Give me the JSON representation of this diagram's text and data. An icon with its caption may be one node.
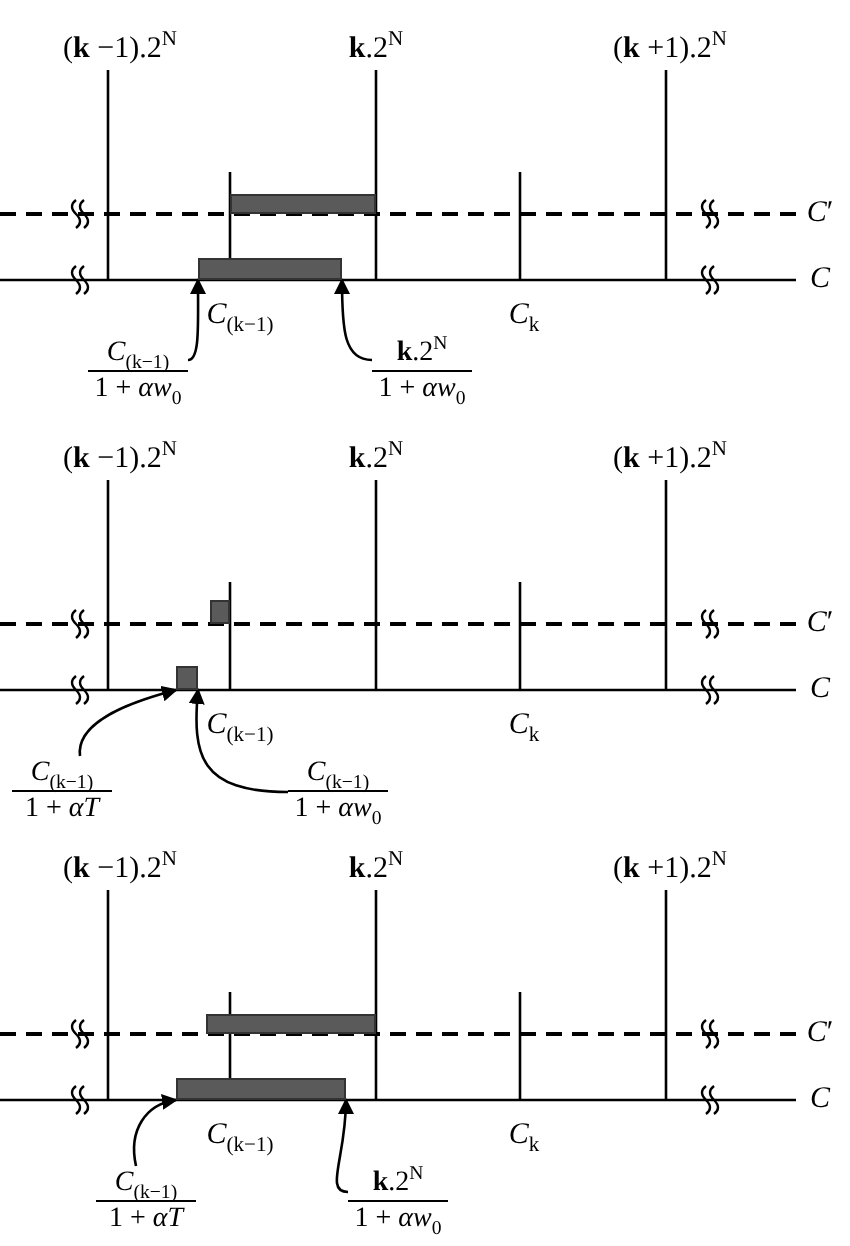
{
  "diagram": {
    "nodes": [
      {
        "text": [],
        "shape": "bar"
      },
      {
        "text": [],
        "shape": "bar"
      },
      {
        "text": [
          "*C*$_{(k−1)}$",
          "1 + *αw*$_{0}$"
        ]
      },
      {
        "text": [
          "**k**.2$^{N}$",
          "1 + *αw*$_{0}$"
        ]
      },
      {
        "text": [],
        "shape": "bar"
      },
      {
        "text": [],
        "shape": "bar"
      },
      {
        "text": [
          "*C*$_{(k−1)}$",
          "1 + *αT*"
        ]
      },
      {
        "text": [
          "*C*$_{(k−1)}$",
          "1 + *αw*$_{0}$"
        ]
      },
      {
        "text": [],
        "shape": "bar"
      },
      {
        "text": [],
        "shape": "bar"
      },
      {
        "text": [
          "*C*$_{(k−1)}$",
          "1 + *αT*"
        ]
      },
      {
        "text": [
          "**k**.2$^{N}$",
          "1 + *αw*$_{0}$"
        ]
      }
    ],
    "edges": [
      {
        "from": 2,
        "to": 1,
        "arrow": "to"
      },
      {
        "from": 3,
        "to": 1,
        "arrow": "to"
      },
      {
        "from": 6,
        "to": 5,
        "arrow": "to"
      },
      {
        "from": 7,
        "to": 5,
        "arrow": "to"
      },
      {
        "from": 10,
        "to": 9,
        "arrow": "to"
      },
      {
        "from": 11,
        "to": 9,
        "arrow": "to"
      }
    ],
    "labels": [
      "(**k** −1).2$^{N}$",
      "**k**.2$^{N}$",
      "(**k** +1).2$^{N}$",
      "*C*′",
      "*C*",
      "*C*$_{(k−1)}$",
      "*C*$_{k}$",
      "(**k** −1).2$^{N}$",
      "**k**.2$^{N}$",
      "(**k** +1).2$^{N}$",
      "*C*′",
      "*C*",
      "*C*$_{(k−1)}$",
      "*C*$_{k}$",
      "(**k** −1).2$^{N}$",
      "**k**.2$^{N}$",
      "(**k** +1).2$^{N}$",
      "*C*′",
      "*C*",
      "*C*$_{(k−1)}$",
      "*C*$_{k}$"
    ]
  }
}
